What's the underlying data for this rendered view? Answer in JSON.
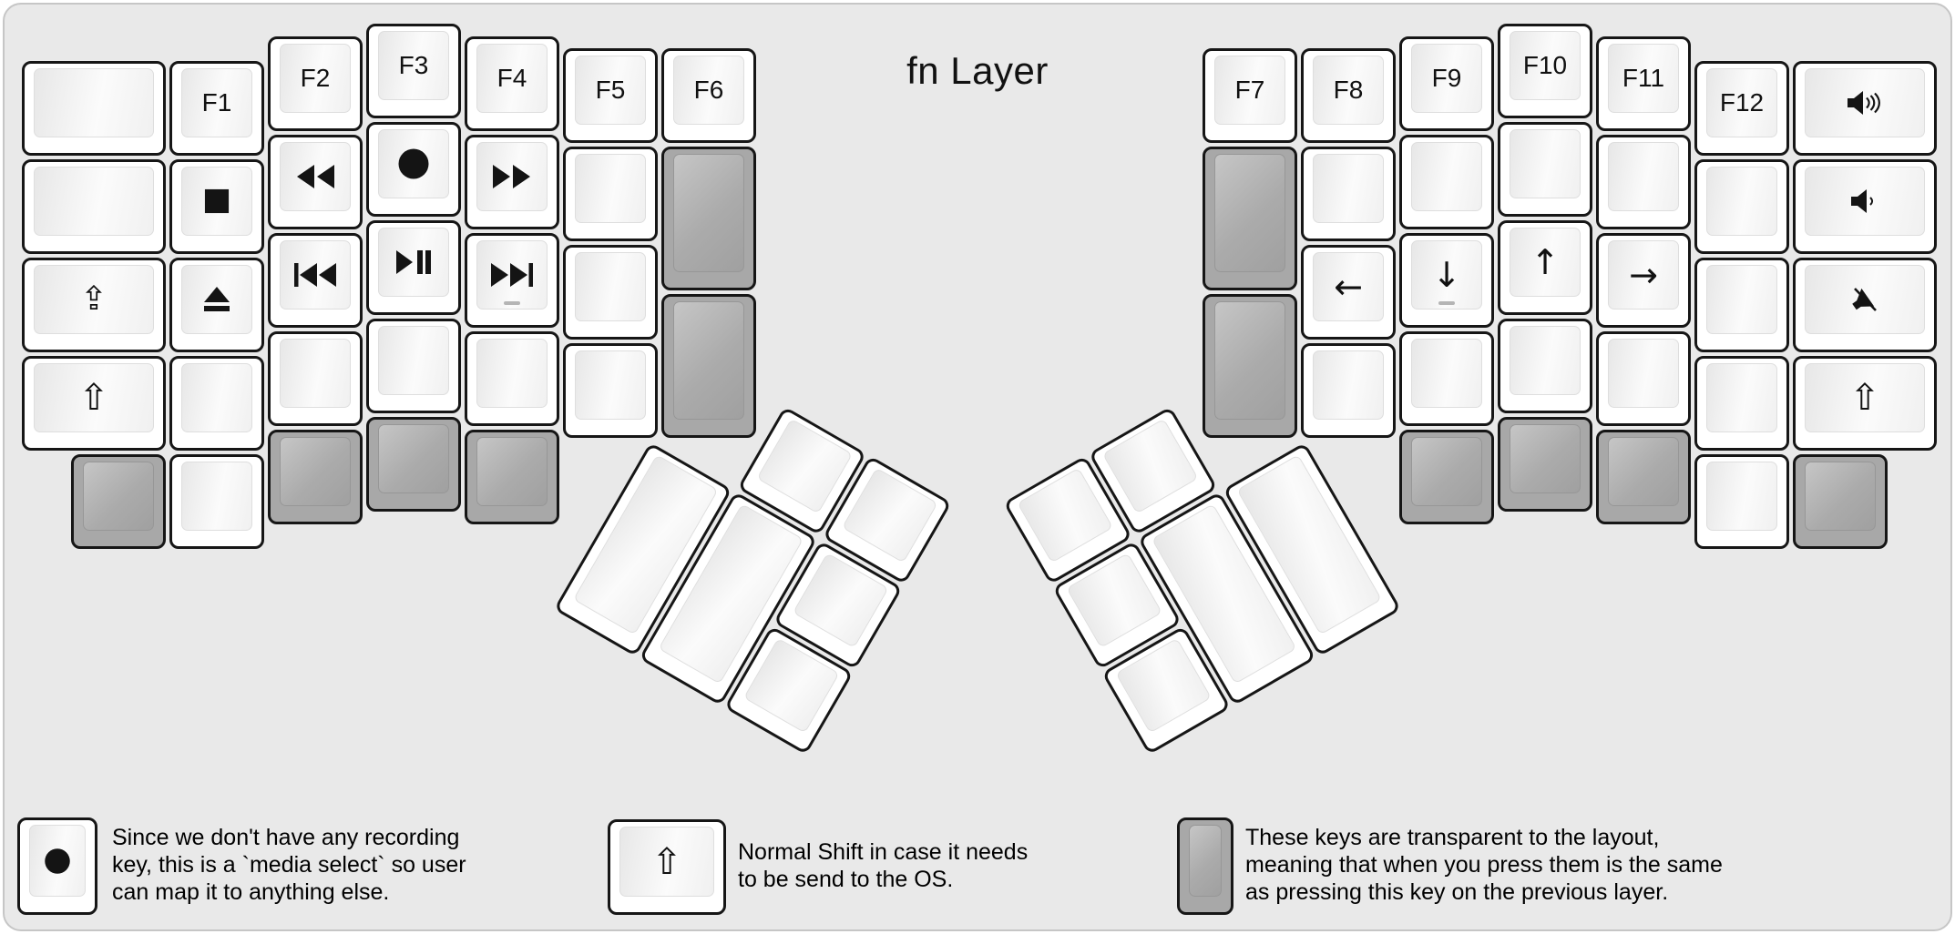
{
  "title": "fn Layer",
  "colors": {
    "background": "#e9e9e9",
    "key_white": "#ffffff",
    "key_transparent_gray": "#a8a8a8",
    "key_border": "#161616",
    "legend_text": "#000000"
  },
  "keyboard": {
    "keys": {
      "l_c0_r1": {
        "name": "blank-key"
      },
      "l_c0_r2": {
        "name": "blank-key"
      },
      "l_c0_r3": {
        "name": "caps-lock-key",
        "icon": "caps-lock-icon",
        "glyph": "⇪"
      },
      "l_c0_r4": {
        "name": "shift-key",
        "icon": "shift-icon",
        "glyph": "⇧"
      },
      "l_c1_r1": {
        "name": "f1-key",
        "label": "F1"
      },
      "l_c1_r2": {
        "name": "stop-key",
        "icon": "stop-icon"
      },
      "l_c1_r3": {
        "name": "eject-key",
        "icon": "eject-icon"
      },
      "l_c1_r4": {
        "name": "blank-key"
      },
      "l_c2_r1": {
        "name": "f2-key",
        "label": "F2"
      },
      "l_c2_r2": {
        "name": "rewind-key",
        "icon": "rewind-icon"
      },
      "l_c2_r3": {
        "name": "previous-track-key",
        "icon": "previous-track-icon"
      },
      "l_c2_r4": {
        "name": "blank-key"
      },
      "l_c3_r1": {
        "name": "f3-key",
        "label": "F3"
      },
      "l_c3_r2": {
        "name": "record-key",
        "icon": "record-icon"
      },
      "l_c3_r3": {
        "name": "play-pause-key",
        "icon": "play-pause-icon"
      },
      "l_c3_r4": {
        "name": "blank-key"
      },
      "l_c4_r1": {
        "name": "f4-key",
        "label": "F4"
      },
      "l_c4_r2": {
        "name": "fast-forward-key",
        "icon": "fast-forward-icon"
      },
      "l_c4_r3": {
        "name": "next-track-key",
        "icon": "next-track-icon",
        "homing": true
      },
      "l_c4_r4": {
        "name": "blank-key"
      },
      "l_c5_r1": {
        "name": "f5-key",
        "label": "F5"
      },
      "l_c5_r2": {
        "name": "blank-key"
      },
      "l_c5_r3": {
        "name": "blank-key"
      },
      "l_c5_r4": {
        "name": "blank-key"
      },
      "l_c6_r1": {
        "name": "f6-key",
        "label": "F6"
      },
      "l_c6_t1": {
        "name": "transparent-key",
        "transparent": true
      },
      "l_c6_t2": {
        "name": "transparent-key",
        "transparent": true
      },
      "l_b1": {
        "name": "transparent-key",
        "transparent": true
      },
      "l_b2": {
        "name": "blank-key"
      },
      "l_b3": {
        "name": "transparent-key",
        "transparent": true
      },
      "l_b4": {
        "name": "transparent-key",
        "transparent": true
      },
      "l_b5": {
        "name": "transparent-key",
        "transparent": true
      },
      "r_c0_r1": {
        "name": "f7-key",
        "label": "F7"
      },
      "r_c0_t1": {
        "name": "transparent-key",
        "transparent": true
      },
      "r_c0_t2": {
        "name": "transparent-key",
        "transparent": true
      },
      "r_c1_r1": {
        "name": "f8-key",
        "label": "F8"
      },
      "r_c1_r2": {
        "name": "blank-key"
      },
      "r_c1_r3": {
        "name": "arrow-left-key",
        "icon": "arrow-left-icon",
        "glyph": "←"
      },
      "r_c1_r4": {
        "name": "blank-key"
      },
      "r_c2_r1": {
        "name": "f9-key",
        "label": "F9"
      },
      "r_c2_r2": {
        "name": "blank-key"
      },
      "r_c2_r3": {
        "name": "arrow-down-key",
        "icon": "arrow-down-icon",
        "glyph": "↓",
        "homing": true
      },
      "r_c2_r4": {
        "name": "blank-key"
      },
      "r_c3_r1": {
        "name": "f10-key",
        "label": "F10"
      },
      "r_c3_r2": {
        "name": "blank-key"
      },
      "r_c3_r3": {
        "name": "arrow-up-key",
        "icon": "arrow-up-icon",
        "glyph": "↑"
      },
      "r_c3_r4": {
        "name": "blank-key"
      },
      "r_c4_r1": {
        "name": "f11-key",
        "label": "F11"
      },
      "r_c4_r2": {
        "name": "blank-key"
      },
      "r_c4_r3": {
        "name": "arrow-right-key",
        "icon": "arrow-right-icon",
        "glyph": "→"
      },
      "r_c4_r4": {
        "name": "blank-key"
      },
      "r_c5_r1": {
        "name": "f12-key",
        "label": "F12"
      },
      "r_c5_r2": {
        "name": "blank-key"
      },
      "r_c5_r3": {
        "name": "blank-key"
      },
      "r_c5_r4": {
        "name": "blank-key"
      },
      "r_c6_r1": {
        "name": "volume-up-key",
        "icon": "volume-up-icon"
      },
      "r_c6_r2": {
        "name": "volume-down-key",
        "icon": "volume-down-icon"
      },
      "r_c6_r3": {
        "name": "mute-key",
        "icon": "mute-icon"
      },
      "r_c6_r4": {
        "name": "shift-key",
        "icon": "shift-icon",
        "glyph": "⇧"
      },
      "r_b1": {
        "name": "transparent-key",
        "transparent": true
      },
      "r_b2": {
        "name": "transparent-key",
        "transparent": true
      },
      "r_b3": {
        "name": "transparent-key",
        "transparent": true
      },
      "r_b4": {
        "name": "blank-key"
      },
      "r_b5": {
        "name": "transparent-key",
        "transparent": true
      },
      "lt_1": {
        "name": "blank-key"
      },
      "lt_2": {
        "name": "blank-key"
      },
      "lt_3": {
        "name": "blank-key"
      },
      "lt_4": {
        "name": "blank-key"
      },
      "lt_5": {
        "name": "blank-key"
      },
      "lt_6": {
        "name": "blank-key"
      },
      "rt_1": {
        "name": "blank-key"
      },
      "rt_2": {
        "name": "blank-key"
      },
      "rt_3": {
        "name": "blank-key"
      },
      "rt_4": {
        "name": "blank-key"
      },
      "rt_5": {
        "name": "blank-key"
      },
      "rt_6": {
        "name": "blank-key"
      }
    }
  },
  "legend": {
    "items": [
      {
        "icon": "record-icon",
        "text": "Since we don't have any recording\nkey, this is a `media select` so user\ncan map it to anything else."
      },
      {
        "icon": "shift-icon",
        "key_glyph": "⇧",
        "text": "Normal Shift in case it needs\nto be send to the OS."
      },
      {
        "icon": "transparent-key-swatch",
        "text": "These keys are transparent to the layout,\nmeaning that when you press them is the same\nas pressing this key on the previous layer."
      }
    ]
  }
}
